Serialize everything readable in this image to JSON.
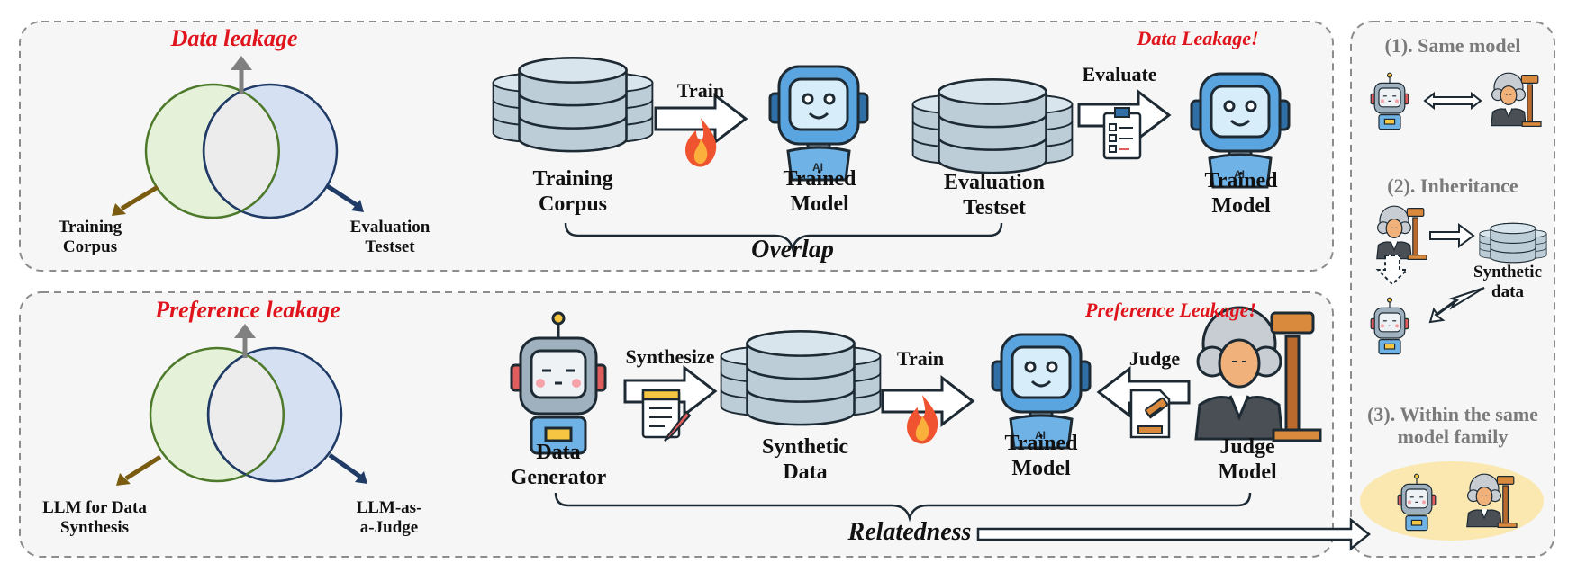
{
  "top_panel": {
    "title": "Data leakage",
    "venn_left_label": "Training Corpus",
    "venn_right_label": "Evaluation Testset",
    "alert": "Data Leakage!",
    "step1_label": "Training Corpus",
    "arrow1_label": "Train",
    "step2_label": "Trained Model",
    "step3_label": "Evaluation Testset",
    "arrow2_label": "Evaluate",
    "step4_label": "Trained Model",
    "brace_label": "Overlap"
  },
  "bottom_panel": {
    "title": "Preference leakage",
    "venn_left_label": "LLM for Data Synthesis",
    "venn_right_label": "LLM-as-a-Judge",
    "alert": "Preference Leakage!",
    "step1_label": "Data Generator",
    "arrow1_label": "Synthesize",
    "step2_label": "Synthetic Data",
    "arrow2_label": "Train",
    "step3_label": "Trained Model",
    "arrow3_label": "Judge",
    "step4_label": "Judge Model",
    "brace_label": "Relatedness"
  },
  "right_panel": {
    "case1": "(1). Same model",
    "case2": "(2). Inheritance",
    "case2_data_label": "Synthetic data",
    "case3": "(3). Within the same model family"
  },
  "icons": {
    "robot": "robot-icon",
    "judge": "judge-icon",
    "database": "database-icon",
    "fire": "fire-icon",
    "clipboard": "checklist-icon",
    "document": "document-icon",
    "gavel_doc": "gavel-document-icon"
  },
  "colors": {
    "accent_red": "#e0141d",
    "venn_green": "#e6f1d9",
    "venn_blue": "#d5e0f2",
    "db_fill": "#c9d9e3",
    "robot_blue": "#5aa5e0",
    "panel_bg": "#f6f6f6",
    "family_highlight": "#fbe8b0"
  }
}
